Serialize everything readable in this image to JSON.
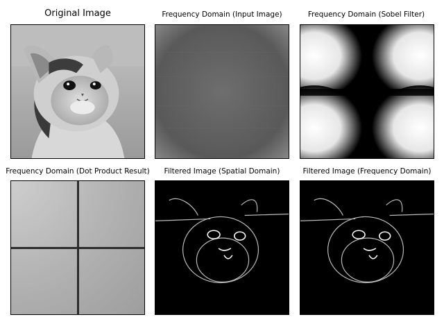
{
  "figure": {
    "panels": [
      {
        "title": "Original Image"
      },
      {
        "title": "Frequency Domain (Input Image)"
      },
      {
        "title": "Frequency Domain (Sobel Filter)"
      },
      {
        "title": "Frequency Domain (Dot Product Result)"
      },
      {
        "title": "Filtered Image (Spatial Domain)"
      },
      {
        "title": "Filtered Image (Frequency Domain)"
      }
    ]
  }
}
